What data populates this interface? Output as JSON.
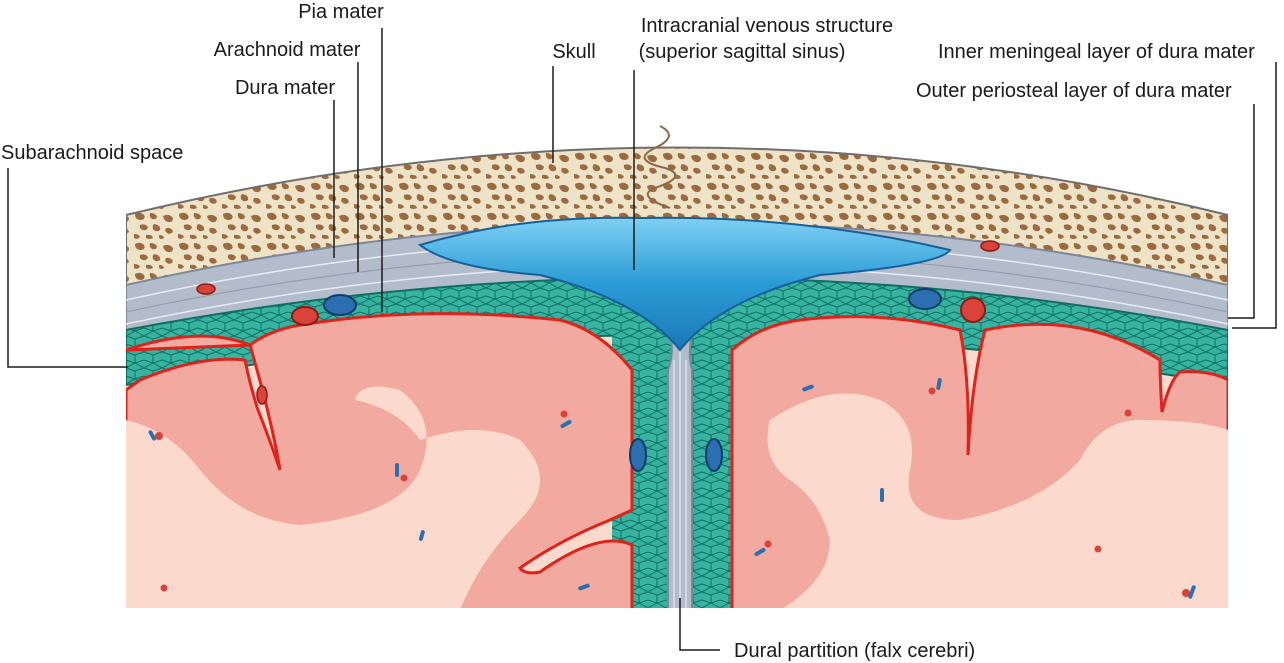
{
  "labels": {
    "pia_mater": "Pia mater",
    "arachnoid_mater": "Arachnoid mater",
    "dura_mater": "Dura mater",
    "skull": "Skull",
    "venous_line1": "Intracranial venous structure",
    "venous_line2": "(superior sagittal sinus)",
    "inner_meningeal": "Inner meningeal layer of dura mater",
    "outer_periosteal": "Outer periosteal layer of dura mater",
    "subarachnoid": "Subarachnoid space",
    "dural_partition": "Dural partition (falx cerebri)"
  },
  "colors": {
    "bone": "#efe3c7",
    "bone_pore": "#9b6a3e",
    "dura": "#b3bcca",
    "sinus": "#2a9bd6",
    "arachnoid": "#2aa593",
    "brain_gray": "#f2a9a0",
    "brain_white": "#fbd9cc",
    "pia": "#e0221b",
    "vessel_blue": "#2b6fb0",
    "vessel_red": "#d9433a"
  }
}
